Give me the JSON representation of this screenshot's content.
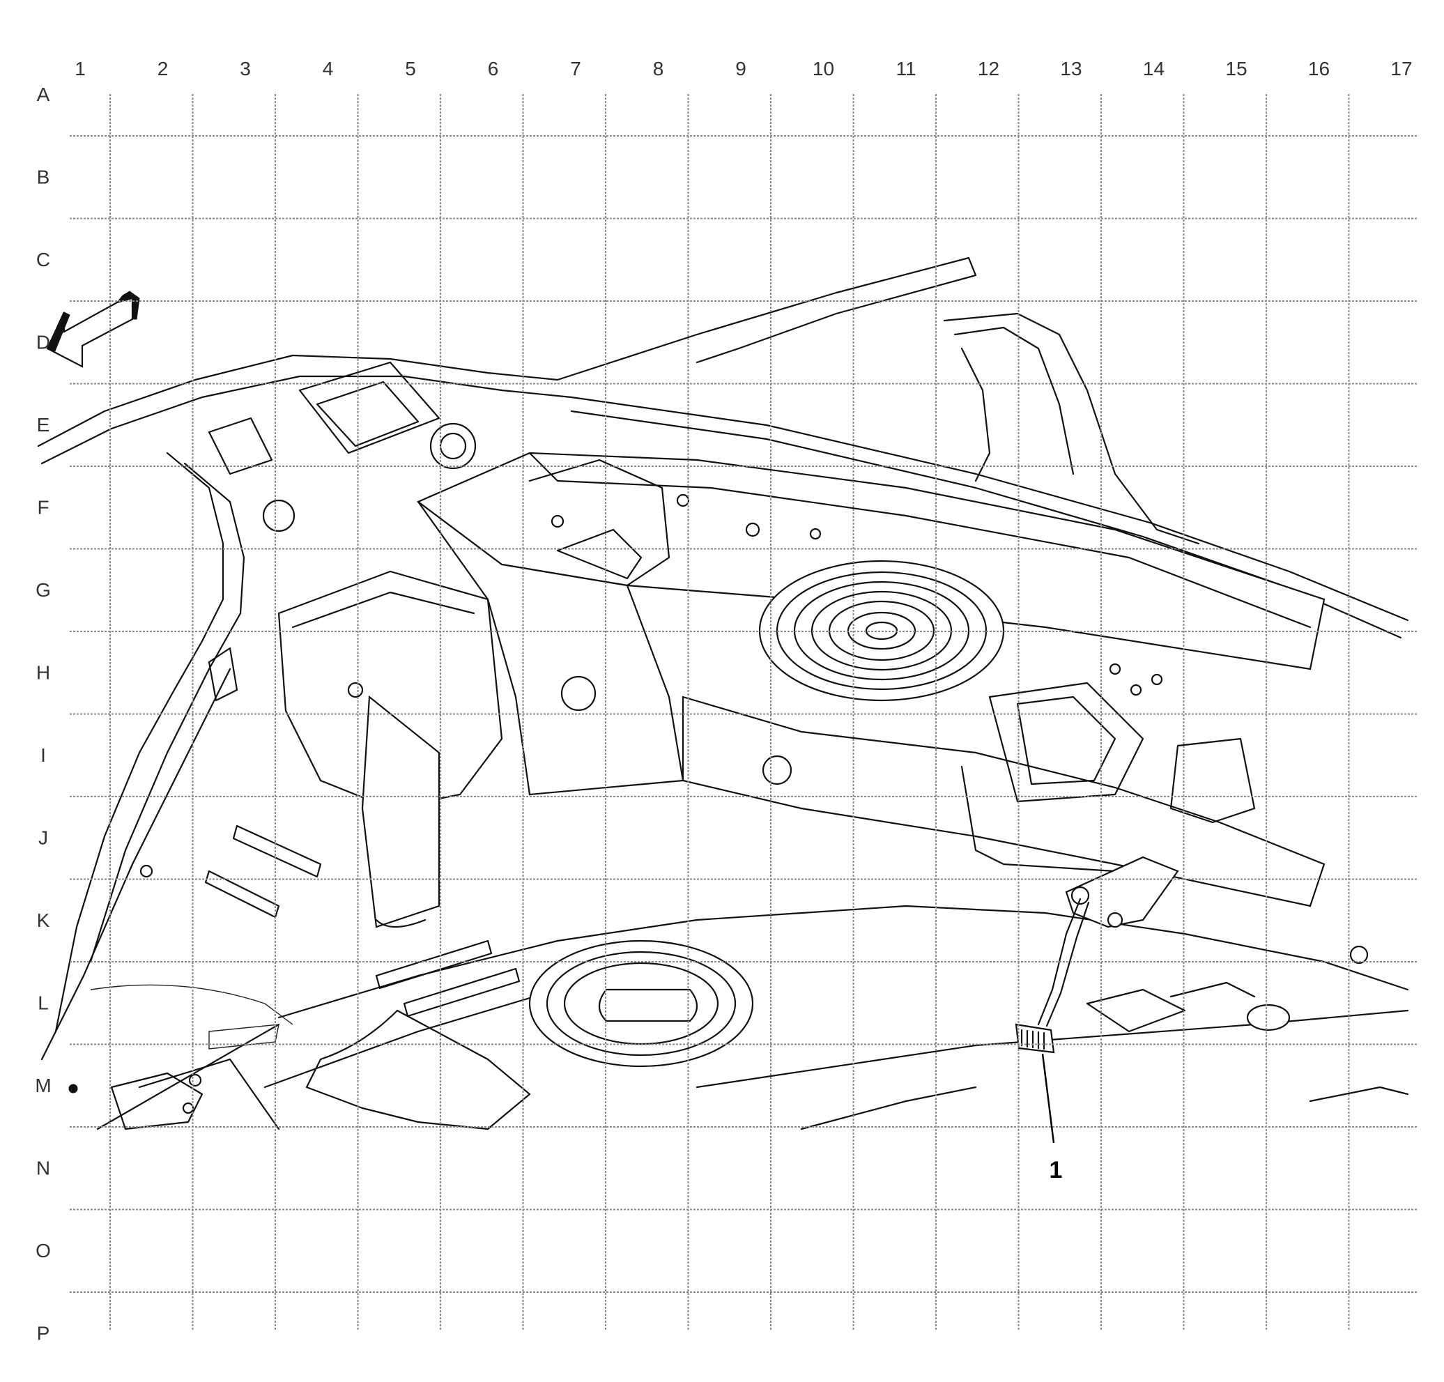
{
  "grid": {
    "columns": [
      "1",
      "2",
      "3",
      "4",
      "5",
      "6",
      "7",
      "8",
      "9",
      "10",
      "11",
      "12",
      "13",
      "14",
      "15",
      "16",
      "17"
    ],
    "rows": [
      "A",
      "B",
      "C",
      "D",
      "E",
      "F",
      "G",
      "H",
      "I",
      "J",
      "K",
      "L",
      "M",
      "N",
      "O",
      "P"
    ]
  },
  "callouts": [
    {
      "label": "1"
    }
  ],
  "icons": {
    "direction_arrow": "front-direction-arrow-icon"
  },
  "colors": {
    "line": "#111111",
    "grid": "#8a8a8a",
    "background": "#ffffff"
  }
}
